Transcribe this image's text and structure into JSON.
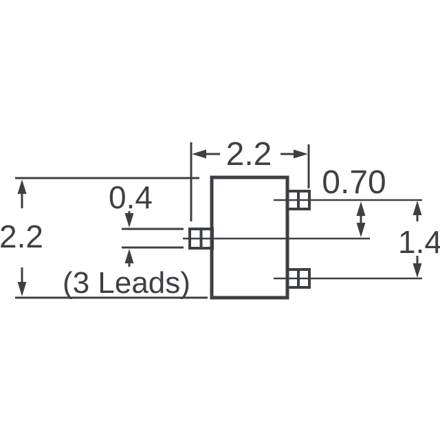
{
  "drawing": {
    "line_color": "#3d4043",
    "background_color": "#ffffff",
    "dimensions": {
      "overall_width": "2.2",
      "overall_height": "2.2",
      "lead_thickness": "0.4",
      "lead_offset": "0.70",
      "lead_span": "1.4"
    },
    "notes": {
      "leads_note": "(3 Leads)"
    }
  }
}
